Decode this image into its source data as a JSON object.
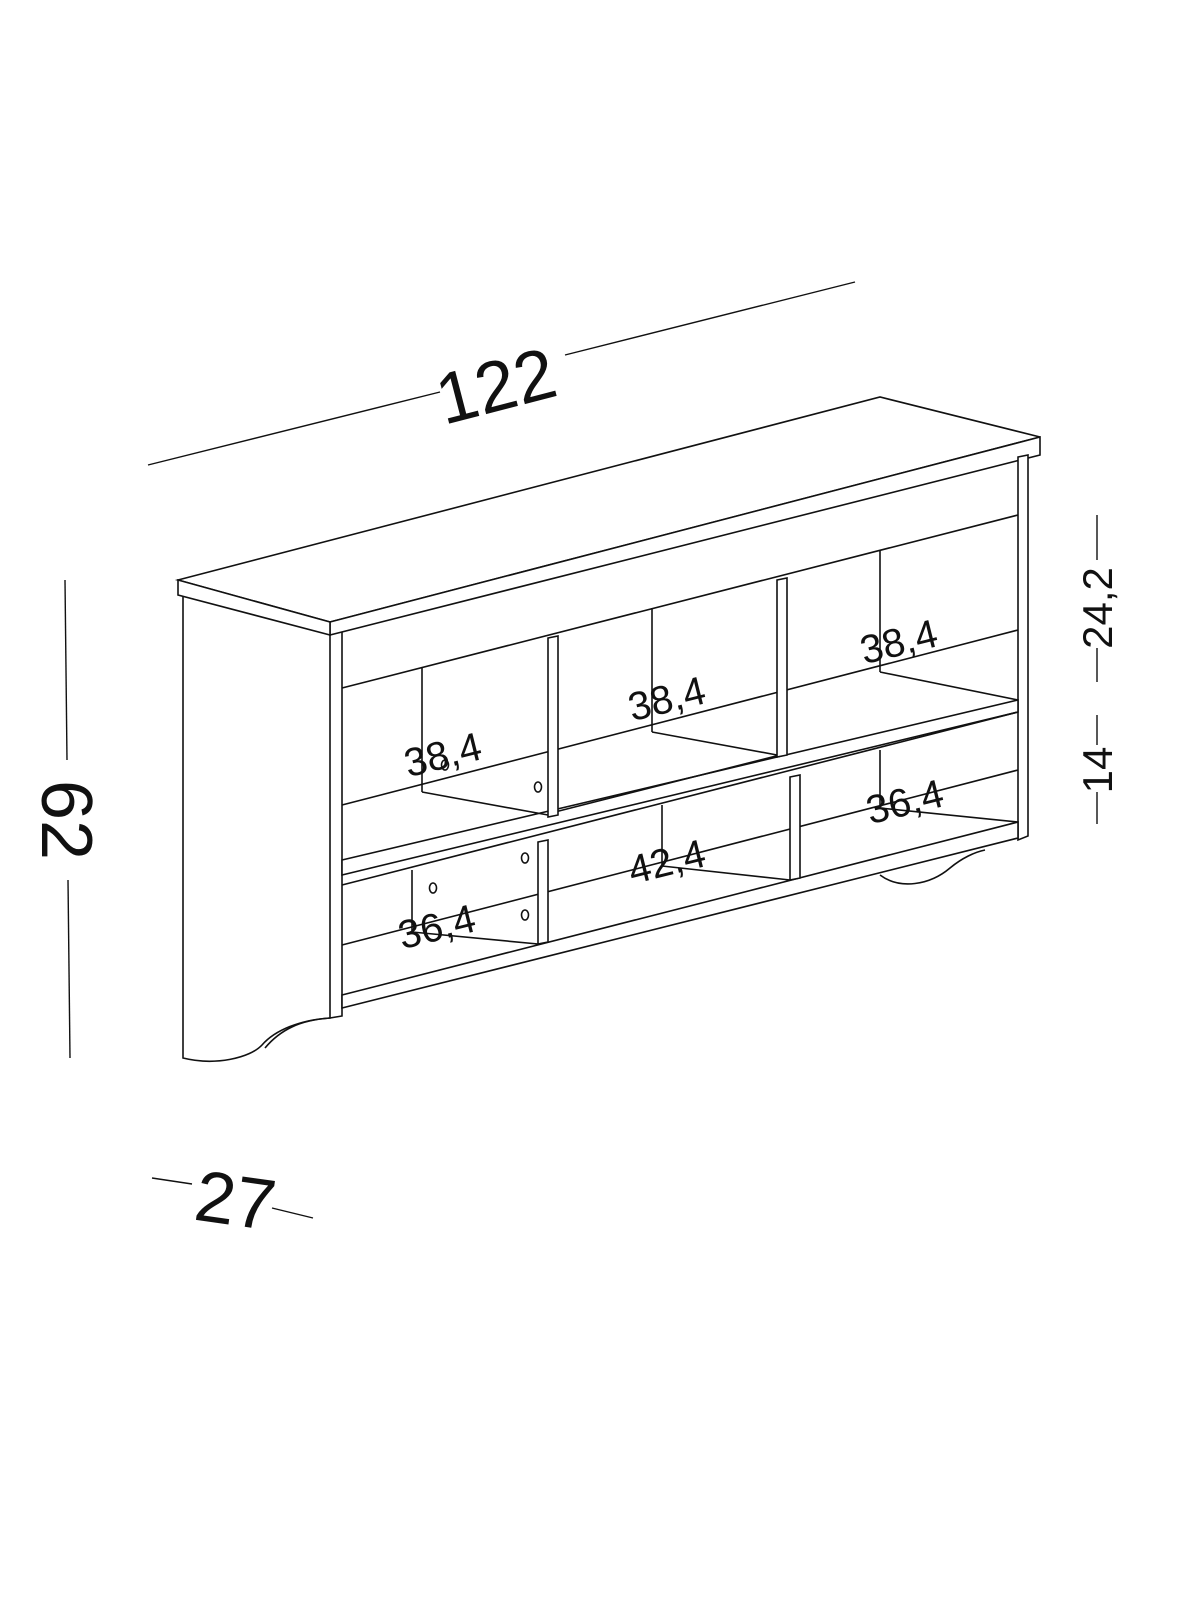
{
  "dimensions": {
    "width": "122",
    "height": "62",
    "depth": "27",
    "upper_row_height": "24,2",
    "lower_row_height": "14"
  },
  "compartments": {
    "upper_left": "38,4",
    "upper_middle": "38,4",
    "upper_right": "38,4",
    "lower_left": "36,4",
    "lower_middle": "42,4",
    "lower_right": "36,4"
  }
}
